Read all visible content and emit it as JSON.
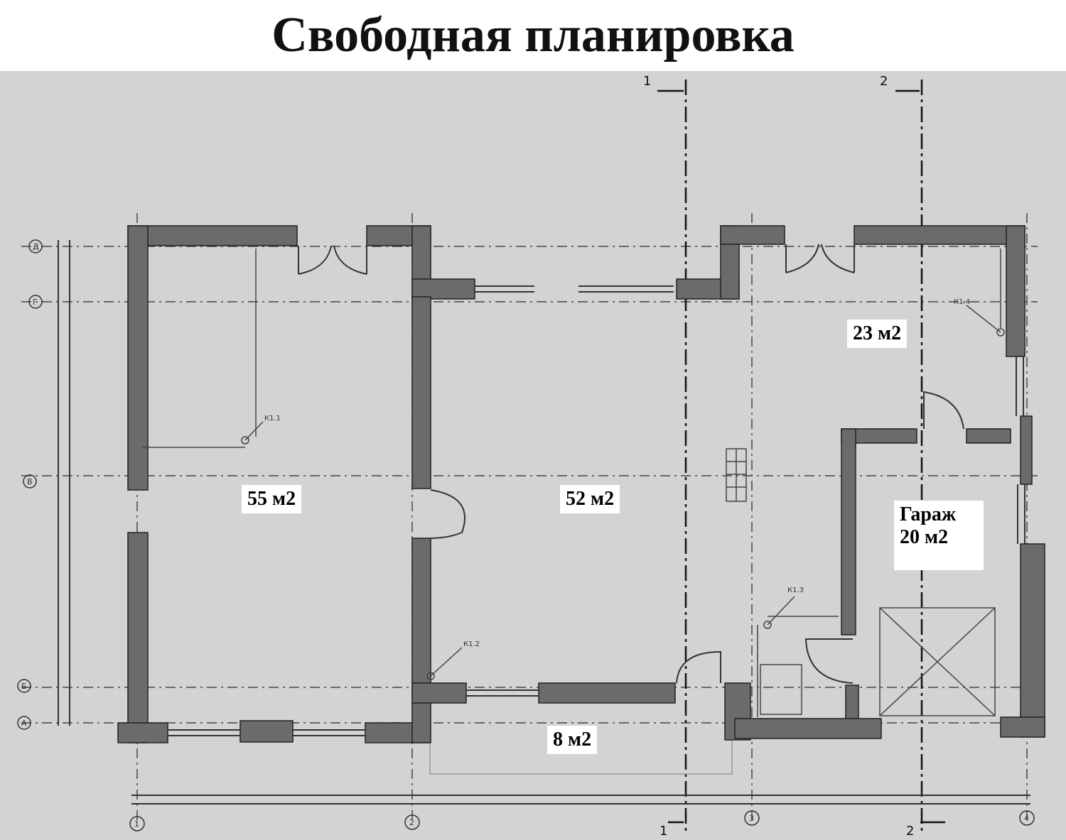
{
  "title": "Свободная планировка",
  "rooms": {
    "left_hall": "55 м2",
    "center_hall": "52 м2",
    "entry": "23 м2",
    "garage_name": "Гараж",
    "garage_area": "20 м2",
    "terrace": "8 м2"
  },
  "section_marks": [
    "1",
    "2"
  ],
  "axis_numbers": [
    "1",
    "2",
    "3",
    "4"
  ],
  "axis_letters": [
    "Д",
    "Г",
    "В",
    "Б",
    "А"
  ],
  "nodes": [
    "К1.1",
    "К1.2",
    "К1.3",
    "К1.4"
  ],
  "colors": {
    "wall": "#6b6b6b",
    "paper": "#d3d3d3",
    "line": "#333333"
  }
}
